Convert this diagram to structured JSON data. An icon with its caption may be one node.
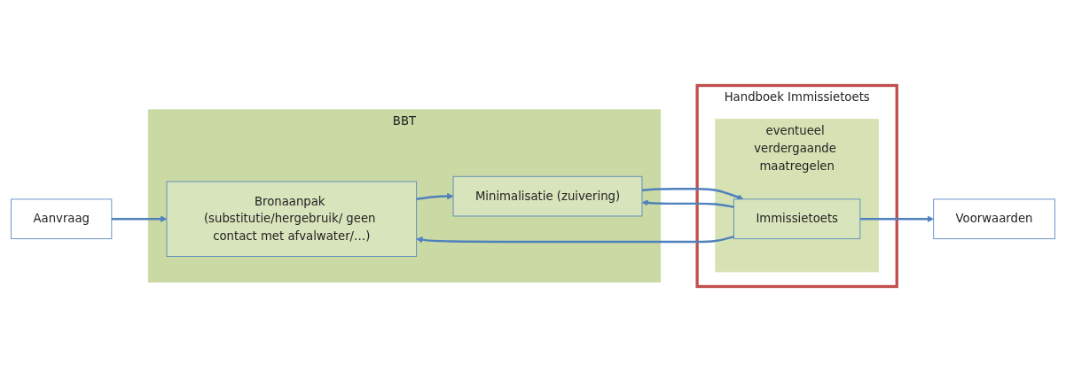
{
  "diagram": {
    "nodes": [
      {
        "text": [
          "Aanvraag"
        ]
      },
      {
        "text": [
          "BBT"
        ]
      },
      {
        "text": [
          "Bronaanpak (substitutie/hergebruik/ geen contact met afvalwater/…)"
        ],
        "in": 1
      },
      {
        "text": [
          "Minimalisatie (zuivering)"
        ],
        "in": 1
      },
      {
        "text": [
          "Handboek Immissietoets"
        ]
      },
      {
        "text": [
          "eventueel verdergaande maatregelen"
        ],
        "in": 4
      },
      {
        "text": [
          "Immissietoets"
        ],
        "in": 5
      },
      {
        "text": [
          "Voorwaarden"
        ]
      }
    ],
    "edges": [
      {
        "from": 0,
        "to": 2,
        "arrow": "to"
      },
      {
        "from": 2,
        "to": 3,
        "arrow": "to"
      },
      {
        "from": 3,
        "to": 6,
        "arrow": "to"
      },
      {
        "from": 6,
        "to": 7,
        "arrow": "to"
      },
      {
        "from": 6,
        "to": 2,
        "arrow": "to"
      },
      {
        "from": 6,
        "to": 3,
        "arrow": "to"
      }
    ]
  }
}
